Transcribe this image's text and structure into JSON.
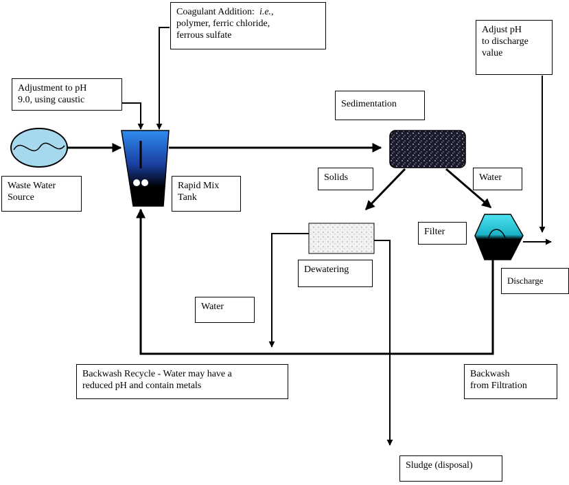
{
  "labels": {
    "coagulant": {
      "line1": "Coagulant Addition:",
      "line1_em": "i.e.,",
      "line2": "polymer, ferric chloride,",
      "line3": "ferrous sulfate"
    },
    "ph_adjust": {
      "line1": "Adjustment to pH",
      "line2": "9.0, using caustic"
    },
    "waste_water_source": {
      "line1": "Waste Water",
      "line2": "Source"
    },
    "rapid_mix_tank": {
      "line1": "Rapid Mix",
      "line2": "Tank"
    },
    "sedimentation": "Sedimentation",
    "solids": "Solids",
    "water_top": "Water",
    "adjust_discharge": {
      "line1": "Adjust pH",
      "line2": "to discharge",
      "line3": "value"
    },
    "filter": "Filter",
    "dewatering": "Dewatering",
    "discharge": "Discharge",
    "water_mid": "Water",
    "backwash_recycle": {
      "line1": "Backwash Recycle - Water may have a",
      "line2": "reduced pH and contain metals"
    },
    "backwash_filtration": {
      "line1": "Backwash",
      "line2": "from Filtration"
    },
    "sludge": "Sludge (disposal)"
  },
  "colors": {
    "tank_top": "#2a7bd8",
    "tank_bottom": "#000000",
    "filter_top": "#3fd6e6",
    "filter_bottom": "#000000",
    "source_fill": "#9fd4ea",
    "line": "#000000"
  }
}
